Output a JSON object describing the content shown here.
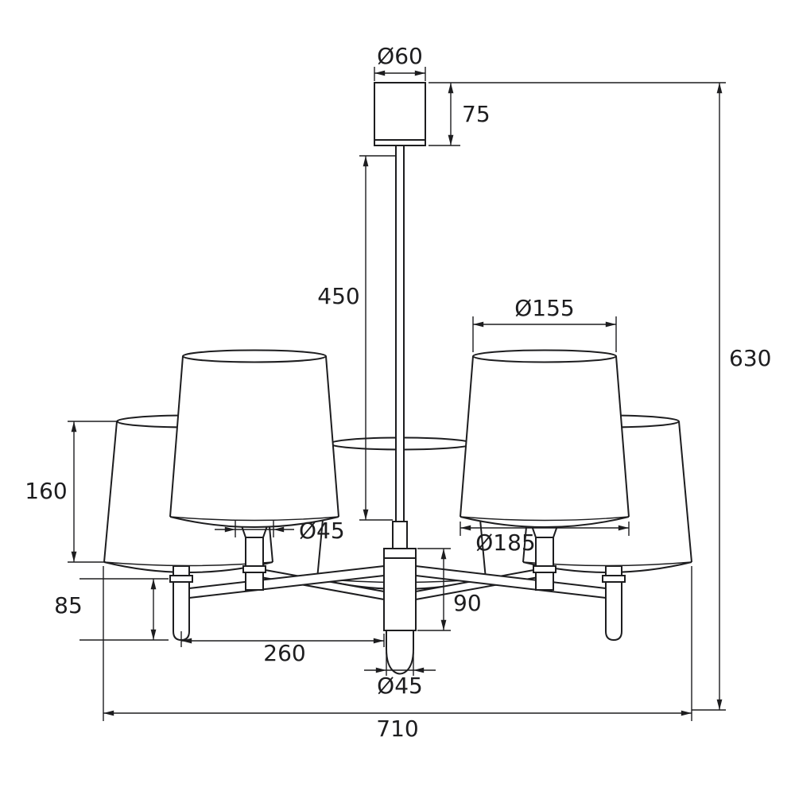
{
  "labels": {
    "canopy_diameter": "Ø60",
    "canopy_height": "75",
    "rod_length": "450",
    "overall_height": "630",
    "shade_top_diameter": "Ø155",
    "shade_bottom_diameter": "Ø185",
    "shade_height": "160",
    "socket_height": "85",
    "arm_spread": "260",
    "hub_height": "90",
    "holder_diameter": "Ø45",
    "finial_diameter": "Ø45",
    "overall_width": "710"
  },
  "colors": {
    "line": "#1d1d1f",
    "background": "#ffffff"
  }
}
